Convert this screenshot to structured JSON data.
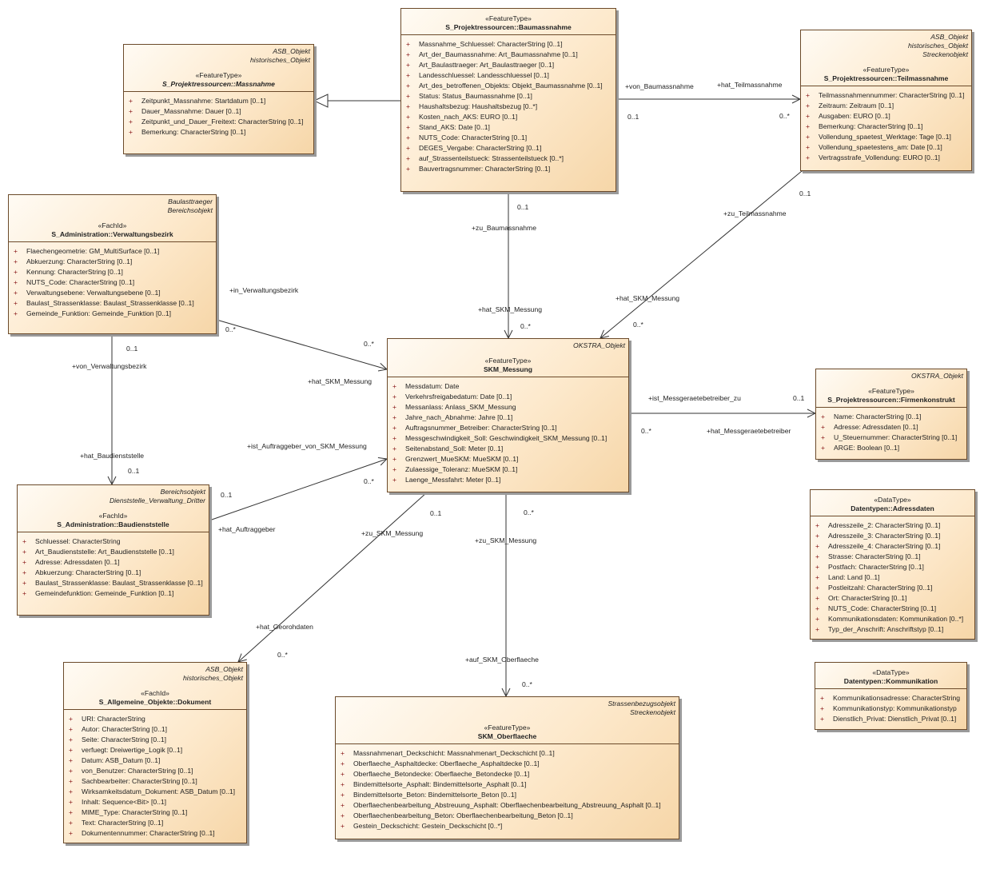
{
  "classes": {
    "massnahme": {
      "parents": [
        "ASB_Objekt",
        "historisches_Objekt"
      ],
      "stereotype": "«FeatureType»",
      "name": "S_Projektressourcen::Massnahme",
      "attributes": [
        {
          "vis": "+",
          "text": "Zeitpunkt_Massnahme: Startdatum [0..1]"
        },
        {
          "vis": "+",
          "text": "Dauer_Massnahme: Dauer [0..1]"
        },
        {
          "vis": "+",
          "text": "Zeitpunkt_und_Dauer_Freitext: CharacterString [0..1]"
        },
        {
          "vis": "+",
          "text": "Bemerkung: CharacterString [0..1]"
        }
      ]
    },
    "baumassnahme": {
      "parents": [],
      "stereotype": "«FeatureType»",
      "name": "S_Projektressourcen::Baumassnahme",
      "attributes": [
        {
          "vis": "+",
          "text": "Massnahme_Schluessel: CharacterString [0..1]"
        },
        {
          "vis": "+",
          "text": "Art_der_Baumassnahme: Art_Baumassnahme [0..1]"
        },
        {
          "vis": "+",
          "text": "Art_Baulasttraeger: Art_Baulasttraeger [0..1]"
        },
        {
          "vis": "+",
          "text": "Landesschluessel: Landesschluessel [0..1]"
        },
        {
          "vis": "+",
          "text": "Art_des_betroffenen_Objekts: Objekt_Baumassnahme [0..1]"
        },
        {
          "vis": "+",
          "text": "Status: Status_Baumassnahme [0..1]"
        },
        {
          "vis": "+",
          "text": "Haushaltsbezug: Haushaltsbezug [0..*]"
        },
        {
          "vis": "+",
          "text": "Kosten_nach_AKS: EURO [0..1]"
        },
        {
          "vis": "+",
          "text": "Stand_AKS: Date [0..1]"
        },
        {
          "vis": "+",
          "text": "NUTS_Code: CharacterString [0..1]"
        },
        {
          "vis": "+",
          "text": "DEGES_Vergabe: CharacterString [0..1]"
        },
        {
          "vis": "+",
          "text": "auf_Strassenteilstueck: Strassenteilstueck [0..*]"
        },
        {
          "vis": "+",
          "text": "Bauvertragsnummer: CharacterString [0..1]"
        }
      ]
    },
    "teilmassnahme": {
      "parents": [
        "ASB_Objekt",
        "historisches_Objekt",
        "Streckenobjekt"
      ],
      "stereotype": "«FeatureType»",
      "name": "S_Projektressourcen::Teilmassnahme",
      "attributes": [
        {
          "vis": "+",
          "text": "Teilmassnahmennummer: CharacterString [0..1]"
        },
        {
          "vis": "+",
          "text": "Zeitraum: Zeitraum [0..1]"
        },
        {
          "vis": "+",
          "text": "Ausgaben: EURO [0..1]"
        },
        {
          "vis": "+",
          "text": "Bemerkung: CharacterString [0..1]"
        },
        {
          "vis": "+",
          "text": "Vollendung_spaetest_Werktage: Tage [0..1]"
        },
        {
          "vis": "+",
          "text": "Vollendung_spaetestens_am: Date [0..1]"
        },
        {
          "vis": "+",
          "text": "Vertragsstrafe_Vollendung: EURO [0..1]"
        }
      ]
    },
    "verwaltungsbezirk": {
      "parents": [
        "Baulasttraeger",
        "Bereichsobjekt"
      ],
      "stereotype": "«FachId»",
      "name": "S_Administration::Verwaltungsbezirk",
      "attributes": [
        {
          "vis": "+",
          "text": "Flaechengeometrie: GM_MultiSurface [0..1]"
        },
        {
          "vis": "+",
          "text": "Abkuerzung: CharacterString [0..1]"
        },
        {
          "vis": "+",
          "text": "Kennung: CharacterString [0..1]"
        },
        {
          "vis": "+",
          "text": "NUTS_Code: CharacterString [0..1]"
        },
        {
          "vis": "+",
          "text": "Verwaltungsebene: Verwaltungsebene [0..1]"
        },
        {
          "vis": "+",
          "text": "Baulast_Strassenklasse: Baulast_Strassenklasse [0..1]"
        },
        {
          "vis": "+",
          "text": "Gemeinde_Funktion: Gemeinde_Funktion [0..1]"
        }
      ]
    },
    "skm_messung": {
      "parents": [
        "OKSTRA_Objekt"
      ],
      "stereotype": "«FeatureType»",
      "name": "SKM_Messung",
      "attributes": [
        {
          "vis": "+",
          "text": "Messdatum: Date"
        },
        {
          "vis": "+",
          "text": "Verkehrsfreigabedatum: Date [0..1]"
        },
        {
          "vis": "+",
          "text": "Messanlass: Anlass_SKM_Messung"
        },
        {
          "vis": "+",
          "text": "Jahre_nach_Abnahme: Jahre [0..1]"
        },
        {
          "vis": "+",
          "text": "Auftragsnummer_Betreiber: CharacterString [0..1]"
        },
        {
          "vis": "+",
          "text": "Messgeschwindigkeit_Soll: Geschwindigkeit_SKM_Messung [0..1]"
        },
        {
          "vis": "+",
          "text": "Seitenabstand_Soll: Meter [0..1]"
        },
        {
          "vis": "+",
          "text": "Grenzwert_MueSKM: MueSKM [0..1]"
        },
        {
          "vis": "+",
          "text": "Zulaessige_Toleranz: MueSKM [0..1]"
        },
        {
          "vis": "+",
          "text": "Laenge_Messfahrt: Meter [0..1]"
        }
      ]
    },
    "firmenkonstrukt": {
      "parents": [
        "OKSTRA_Objekt"
      ],
      "stereotype": "«FeatureType»",
      "name": "S_Projektressourcen::Firmenkonstrukt",
      "attributes": [
        {
          "vis": "+",
          "text": "Name: CharacterString [0..1]"
        },
        {
          "vis": "+",
          "text": "Adresse: Adressdaten [0..1]"
        },
        {
          "vis": "+",
          "text": "U_Steuernummer: CharacterString [0..1]"
        },
        {
          "vis": "+",
          "text": "ARGE: Boolean [0..1]"
        }
      ]
    },
    "baudienststelle": {
      "parents": [
        "Bereichsobjekt",
        "Dienststelle_Verwaltung_Dritter"
      ],
      "stereotype": "«FachId»",
      "name": "S_Administration::Baudienststelle",
      "attributes": [
        {
          "vis": "+",
          "text": "Schluessel: CharacterString"
        },
        {
          "vis": "+",
          "text": "Art_Baudienststelle: Art_Baudienststelle [0..1]"
        },
        {
          "vis": "+",
          "text": "Adresse: Adressdaten [0..1]"
        },
        {
          "vis": "+",
          "text": "Abkuerzung: CharacterString [0..1]"
        },
        {
          "vis": "+",
          "text": "Baulast_Strassenklasse: Baulast_Strassenklasse [0..1]"
        },
        {
          "vis": "+",
          "text": "Gemeindefunktion: Gemeinde_Funktion [0..1]"
        }
      ]
    },
    "adressdaten": {
      "parents": [],
      "stereotype": "«DataType»",
      "name": "Datentypen::Adressdaten",
      "attributes": [
        {
          "vis": "+",
          "text": "Adresszeile_2: CharacterString [0..1]"
        },
        {
          "vis": "+",
          "text": "Adresszeile_3: CharacterString [0..1]"
        },
        {
          "vis": "+",
          "text": "Adresszeile_4: CharacterString [0..1]"
        },
        {
          "vis": "+",
          "text": "Strasse: CharacterString [0..1]"
        },
        {
          "vis": "+",
          "text": "Postfach: CharacterString [0..1]"
        },
        {
          "vis": "+",
          "text": "Land: Land [0..1]"
        },
        {
          "vis": "+",
          "text": "Postleitzahl: CharacterString [0..1]"
        },
        {
          "vis": "+",
          "text": "Ort: CharacterString [0..1]"
        },
        {
          "vis": "+",
          "text": "NUTS_Code: CharacterString [0..1]"
        },
        {
          "vis": "+",
          "text": "Kommunikationsdaten: Kommunikation [0..*]"
        },
        {
          "vis": "+",
          "text": "Typ_der_Anschrift: Anschriftstyp [0..1]"
        }
      ]
    },
    "kommunikation": {
      "parents": [],
      "stereotype": "«DataType»",
      "name": "Datentypen::Kommunikation",
      "attributes": [
        {
          "vis": "+",
          "text": "Kommunikationsadresse: CharacterString"
        },
        {
          "vis": "+",
          "text": "Kommunikationstyp: Kommunikationstyp"
        },
        {
          "vis": "+",
          "text": "Dienstlich_Privat: Dienstlich_Privat [0..1]"
        }
      ]
    },
    "dokument": {
      "parents": [
        "ASB_Objekt",
        "historisches_Objekt"
      ],
      "stereotype": "«FachId»",
      "name": "S_Allgemeine_Objekte::Dokument",
      "attributes": [
        {
          "vis": "+",
          "text": "URI: CharacterString"
        },
        {
          "vis": "+",
          "text": "Autor: CharacterString [0..1]"
        },
        {
          "vis": "+",
          "text": "Seite: CharacterString [0..1]"
        },
        {
          "vis": "+",
          "text": "verfuegt: Dreiwertige_Logik [0..1]"
        },
        {
          "vis": "+",
          "text": "Datum: ASB_Datum [0..1]"
        },
        {
          "vis": "+",
          "text": "von_Benutzer: CharacterString [0..1]"
        },
        {
          "vis": "+",
          "text": "Sachbearbeiter: CharacterString [0..1]"
        },
        {
          "vis": "+",
          "text": "Wirksamkeitsdatum_Dokument: ASB_Datum [0..1]"
        },
        {
          "vis": "+",
          "text": "Inhalt: Sequence<Bit> [0..1]"
        },
        {
          "vis": "+",
          "text": "MIME_Type: CharacterString [0..1]"
        },
        {
          "vis": "+",
          "text": "Text: CharacterString [0..1]"
        },
        {
          "vis": "+",
          "text": "Dokumentennummer: CharacterString [0..1]"
        }
      ]
    },
    "oberflaeche": {
      "parents": [
        "Strassenbezugsobjekt",
        "Streckenobjekt"
      ],
      "stereotype": "«FeatureType»",
      "name": "SKM_Oberflaeche",
      "attributes": [
        {
          "vis": "+",
          "text": "Massnahmenart_Deckschicht: Massnahmenart_Deckschicht [0..1]"
        },
        {
          "vis": "+",
          "text": "Oberflaeche_Asphaltdecke: Oberflaeche_Asphaltdecke [0..1]"
        },
        {
          "vis": "+",
          "text": "Oberflaeche_Betondecke: Oberflaeche_Betondecke [0..1]"
        },
        {
          "vis": "+",
          "text": "Bindemittelsorte_Asphalt: Bindemittelsorte_Asphalt [0..1]"
        },
        {
          "vis": "+",
          "text": "Bindemittelsorte_Beton: Bindemittelsorte_Beton [0..1]"
        },
        {
          "vis": "+",
          "text": "Oberflaechenbearbeitung_Abstreuung_Asphalt: Oberflaechenbearbeitung_Abstreuung_Asphalt [0..1]"
        },
        {
          "vis": "+",
          "text": "Oberflaechenbearbeitung_Beton: Oberflaechenbearbeitung_Beton [0..1]"
        },
        {
          "vis": "+",
          "text": "Gestein_Deckschicht: Gestein_Deckschicht [0..*]"
        }
      ]
    }
  },
  "labels": {
    "von_baumassnahme": "+von_Baumassnahme",
    "hat_teilmassnahme": "+hat_Teilmassnahme",
    "m_baum_teil_left": "0..1",
    "m_baum_teil_right": "0..*",
    "m_baum_down": "0..1",
    "zu_baumassnahme": "+zu_Baumassnahme",
    "hat_skm_messung_1": "+hat_SKM_Messung",
    "m_mess_up": "0..*",
    "m_teil_down": "0..1",
    "zu_teilmassnahme": "+zu_Teilmassnahme",
    "hat_skm_messung_2": "+hat_SKM_Messung",
    "m_mess_teil": "0..*",
    "in_verwaltungsbezirk": "+in_Verwaltungsbezirk",
    "m_verw_right": "0..*",
    "m_mess_verw": "0..*",
    "hat_skm_messung_3": "+hat_SKM_Messung",
    "m_verw_down": "0..1",
    "von_verwaltungsbezirk": "+von_Verwaltungsbezirk",
    "hat_baudienststelle": "+hat_Baudienststelle",
    "m_baud_up": "0..1",
    "ist_auftraggeber": "+ist_Auftraggeber_von_SKM_Messung",
    "m_mess_baud": "0..*",
    "m_baud_right": "0..1",
    "hat_auftraggeber": "+hat_Auftraggeber",
    "ist_messgeraete": "+ist_Messgeraetebetreiber_zu",
    "m_firm": "0..1",
    "m_mess_firm": "0..*",
    "hat_messgeraete": "+hat_Messgeraetebetreiber",
    "m_mess_dok": "0..1",
    "zu_skm_messung_1": "+zu_SKM_Messung",
    "hat_georohdaten": "+hat_Georohdaten",
    "m_dok": "0..*",
    "m_mess_ober": "0..*",
    "zu_skm_messung_2": "+zu_SKM_Messung",
    "auf_skm_oberflaeche": "+auf_SKM_Oberflaeche",
    "m_ober": "0..*"
  }
}
